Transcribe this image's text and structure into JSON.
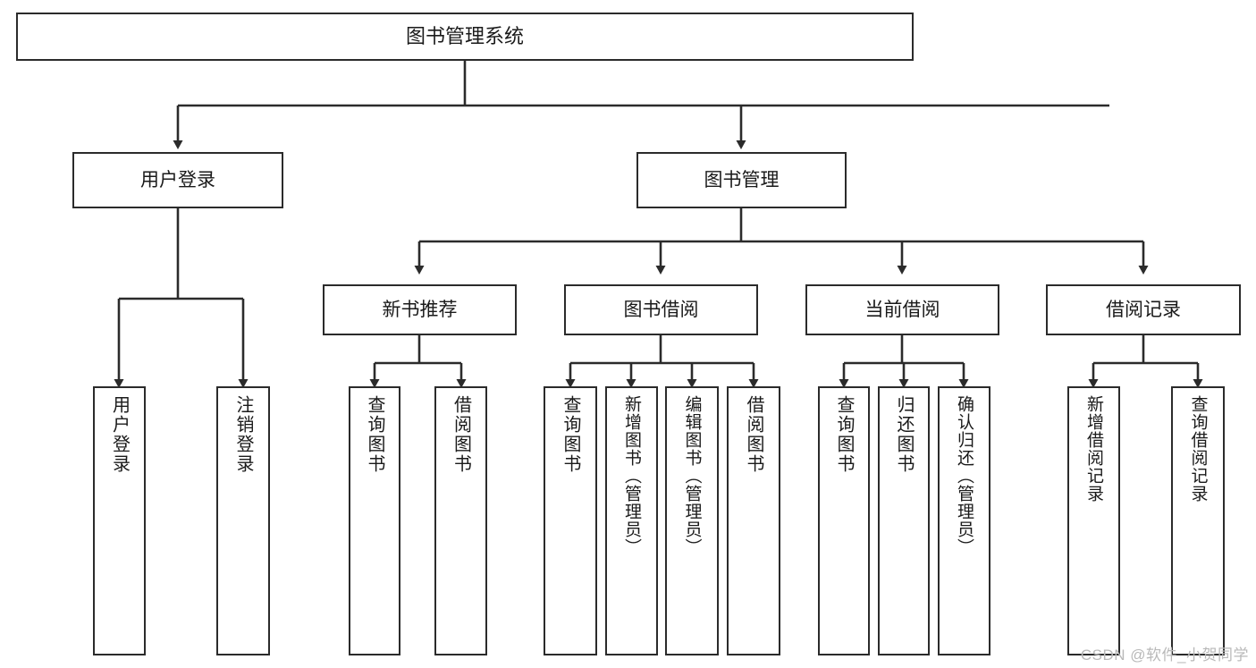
{
  "diagram": {
    "title": "图书管理系统",
    "watermark": "CSDN @软件_小贺同学",
    "colors": {
      "box_border": "#2b2b2b",
      "box_fill": "#ffffff",
      "line": "#2b2b2b",
      "text": "#1a1a1a",
      "watermark": "#b9b9b9",
      "background": "#ffffff"
    },
    "levels": {
      "root": {
        "label": "图书管理系统"
      },
      "level2": [
        {
          "label": "用户登录"
        },
        {
          "label": "图书管理"
        }
      ],
      "level3": [
        {
          "label": "新书推荐"
        },
        {
          "label": "图书借阅"
        },
        {
          "label": "当前借阅"
        },
        {
          "label": "借阅记录"
        }
      ],
      "leaves": {
        "user_login": [
          {
            "label": "用户登录"
          },
          {
            "label": "注销登录"
          }
        ],
        "new_book": [
          {
            "label": "查询图书"
          },
          {
            "label": "借阅图书"
          }
        ],
        "book_borrow": [
          {
            "label": "查询图书"
          },
          {
            "label": "新增图书（管理员）"
          },
          {
            "label": "编辑图书（管理员）"
          },
          {
            "label": "借阅图书"
          }
        ],
        "current_borrow": [
          {
            "label": "查询图书"
          },
          {
            "label": "归还图书"
          },
          {
            "label": "确认归还（管理员）"
          }
        ],
        "borrow_record": [
          {
            "label": "新增借阅记录"
          },
          {
            "label": "查询借阅记录"
          }
        ]
      }
    }
  }
}
